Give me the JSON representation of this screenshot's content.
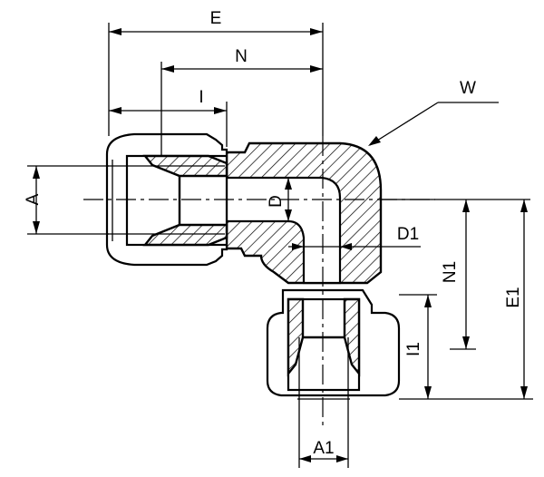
{
  "labels": {
    "E": "E",
    "N": "N",
    "I": "I",
    "W": "W",
    "A": "A",
    "D": "D",
    "D1": "D1",
    "N1": "N1",
    "E1": "E1",
    "I1": "I1",
    "A1": "A1"
  }
}
